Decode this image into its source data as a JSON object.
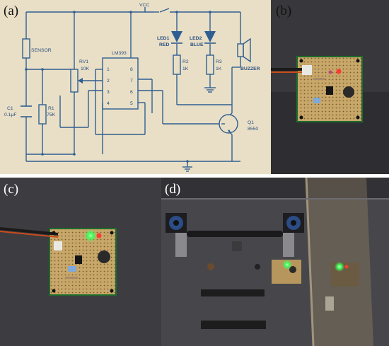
{
  "panels": {
    "a": {
      "label": "(a)"
    },
    "b": {
      "label": "(b)"
    },
    "c": {
      "label": "(c)"
    },
    "d": {
      "label": "(d)"
    }
  },
  "schematic": {
    "vcc": "VCC",
    "sensor": "SENSOR",
    "rv1": "RV1",
    "rv1_value": "10K",
    "chip": "LM393",
    "pins_left": [
      "1",
      "2",
      "3",
      "4"
    ],
    "pins_right": [
      "8",
      "7",
      "6",
      "5"
    ],
    "c1": "C1",
    "c1_value": "0.1μF",
    "r1": "R1",
    "r1_value": "75K",
    "led1": "LED1",
    "led1_color": "RED",
    "led2": "LED2",
    "led2_color": "BLUE",
    "r2": "R2",
    "r2_value": "1K",
    "r3": "R3",
    "r3_value": "1K",
    "buzzer": "BUZZER",
    "q1": "Q1",
    "q1_value": "8550"
  },
  "colors": {
    "schematic_background": "#e9dfc6",
    "wire": "#2f5f92",
    "led_fill": "#2f5f92",
    "pcb": "#c8a76a",
    "led_red": "#ff3b30",
    "led_green": "#3dff5a"
  }
}
